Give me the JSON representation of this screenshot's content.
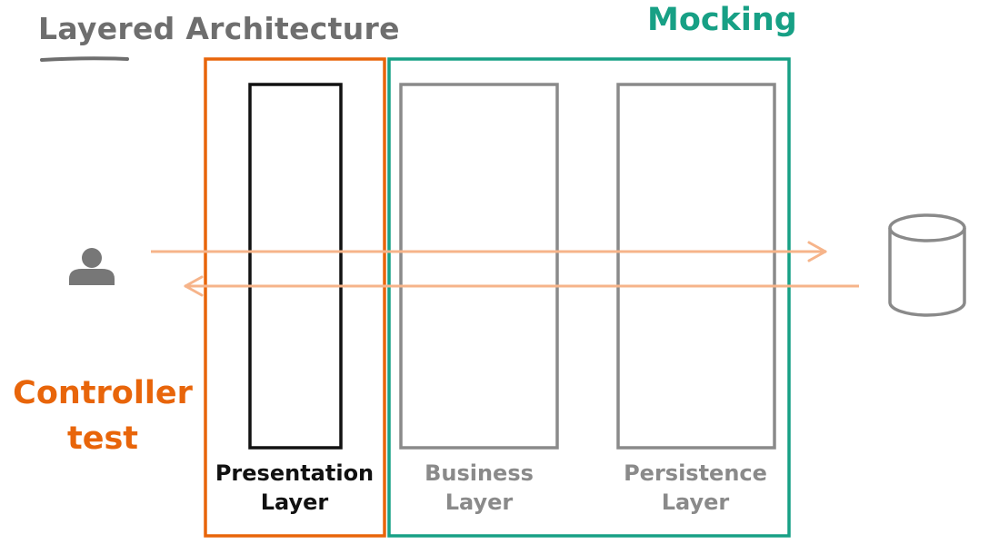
{
  "title": "Layered Architecture",
  "mocking_label": "Mocking",
  "controller_test": {
    "line1": "Controller",
    "line2": "test"
  },
  "layers": {
    "presentation": {
      "line1": "Presentation",
      "line2": "Layer"
    },
    "business": {
      "line1": "Business",
      "line2": "Layer"
    },
    "persistence": {
      "line1": "Persistence",
      "line2": "Layer"
    }
  },
  "icons": {
    "user": "user-icon",
    "database": "database-icon"
  },
  "colors": {
    "controller_box": "#e8650a",
    "mocking_box": "#17a085",
    "flow_arrows": "#f6b48a",
    "presentation_layer": "#111111",
    "inactive_layer": "#8a8a8a",
    "title": "#6e6e6e"
  }
}
